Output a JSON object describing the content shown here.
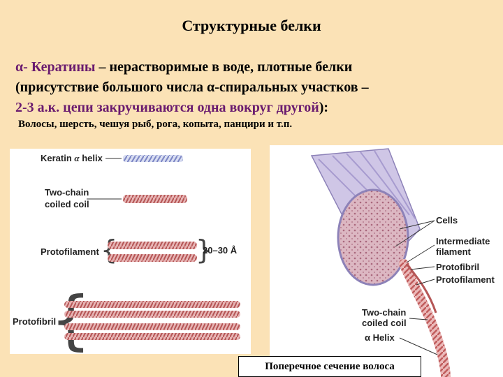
{
  "title": "Структурные белки",
  "intro": {
    "line1_purple": "α- Кератины",
    "line1_rest": " – нерастворимые в воде, плотные белки",
    "line2": "(присутствие большого числа α-спиральных участков –",
    "line3_purple": "2-3 а.к. цепи закручиваются одна вокруг другой",
    "line3_rest": "):"
  },
  "examples": "Волосы, шерсть, чешуя рыб, рога, копыта, панцири и т.п.",
  "left_figure": {
    "keratin_prefix": "Keratin ",
    "keratin_alpha": "α",
    "keratin_suffix": " helix",
    "two_chain_1": "Two-chain",
    "two_chain_2": "coiled coil",
    "protofilament": "Protofilament",
    "size": "20–30 Å",
    "protofibril": "Protofibril"
  },
  "right_figure": {
    "cells": "Cells",
    "intermediate_1": "Intermediate",
    "intermediate_2": "filament",
    "protofibril": "Protofibril",
    "protofilament": "Protofilament",
    "two_chain_1": "Two-chain",
    "two_chain_2": "coiled coil",
    "alpha_helix": "α Helix"
  },
  "caption": "Поперечное сечение волоса",
  "colors": {
    "background": "#fbe2b6",
    "accent_purple": "#6a1b6f",
    "helix_blue": "#9aa6d6",
    "coil_pink": "#c97070",
    "hair_lilac": "#cfc6e6"
  }
}
